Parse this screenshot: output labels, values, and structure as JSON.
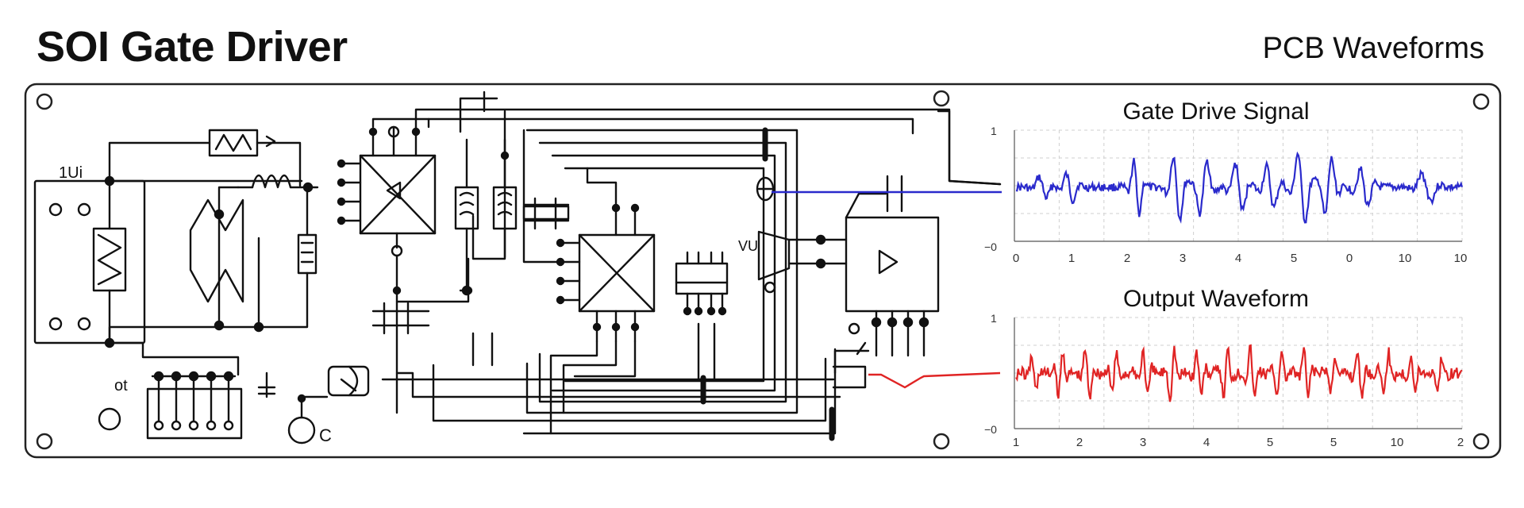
{
  "header": {
    "title": "SOI Gate Driver",
    "subtitle": "PCB Waveforms"
  },
  "schematic_labels": {
    "input_label": "1Ui",
    "lower_left_label": "ot",
    "bottom_label": "C",
    "junction_label": "VU"
  },
  "waveforms": {
    "gate": {
      "title": "Gate Drive Signal",
      "color": "#2a2acc",
      "y_ticks": [
        "1",
        "−0"
      ],
      "x_ticks": [
        "0",
        "1",
        "2",
        "3",
        "4",
        "5",
        "0",
        "10",
        "10"
      ]
    },
    "output": {
      "title": "Output Waveform",
      "color": "#e02424",
      "y_ticks": [
        "1",
        "−0"
      ],
      "x_ticks": [
        "1",
        "2",
        "3",
        "4",
        "5",
        "5",
        "10",
        "2"
      ]
    }
  }
}
